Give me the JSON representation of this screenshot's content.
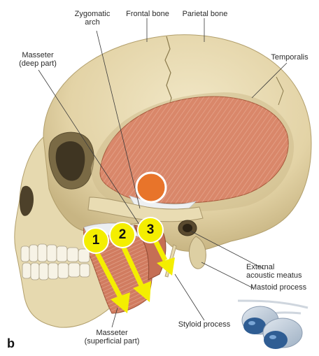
{
  "labels": {
    "zygomatic_arch": "Zygomatic\narch",
    "frontal_bone": "Frontal bone",
    "parietal_bone": "Parietal bone",
    "masseter_deep": "Masseter\n(deep part)",
    "temporalis": "Temporalis",
    "external_meatus": "External\nacoustic meatus",
    "mastoid_process": "Mastoid process",
    "styloid_process": "Styloid process",
    "masseter_superficial": "Masseter\n(superficial part)"
  },
  "markers": [
    "1",
    "2",
    "3"
  ],
  "figure_letter": "b",
  "colors": {
    "bone": "#e8dcb4",
    "bone_shadow": "#c9b98c",
    "muscle": "#d9876a",
    "muscle_fiber": "#f3c2ad",
    "tendon": "#e9ecef",
    "marker": "#f4ee00",
    "arrow": "#f4ee00",
    "dot": "#e8742a",
    "device": "#5f86b5"
  }
}
